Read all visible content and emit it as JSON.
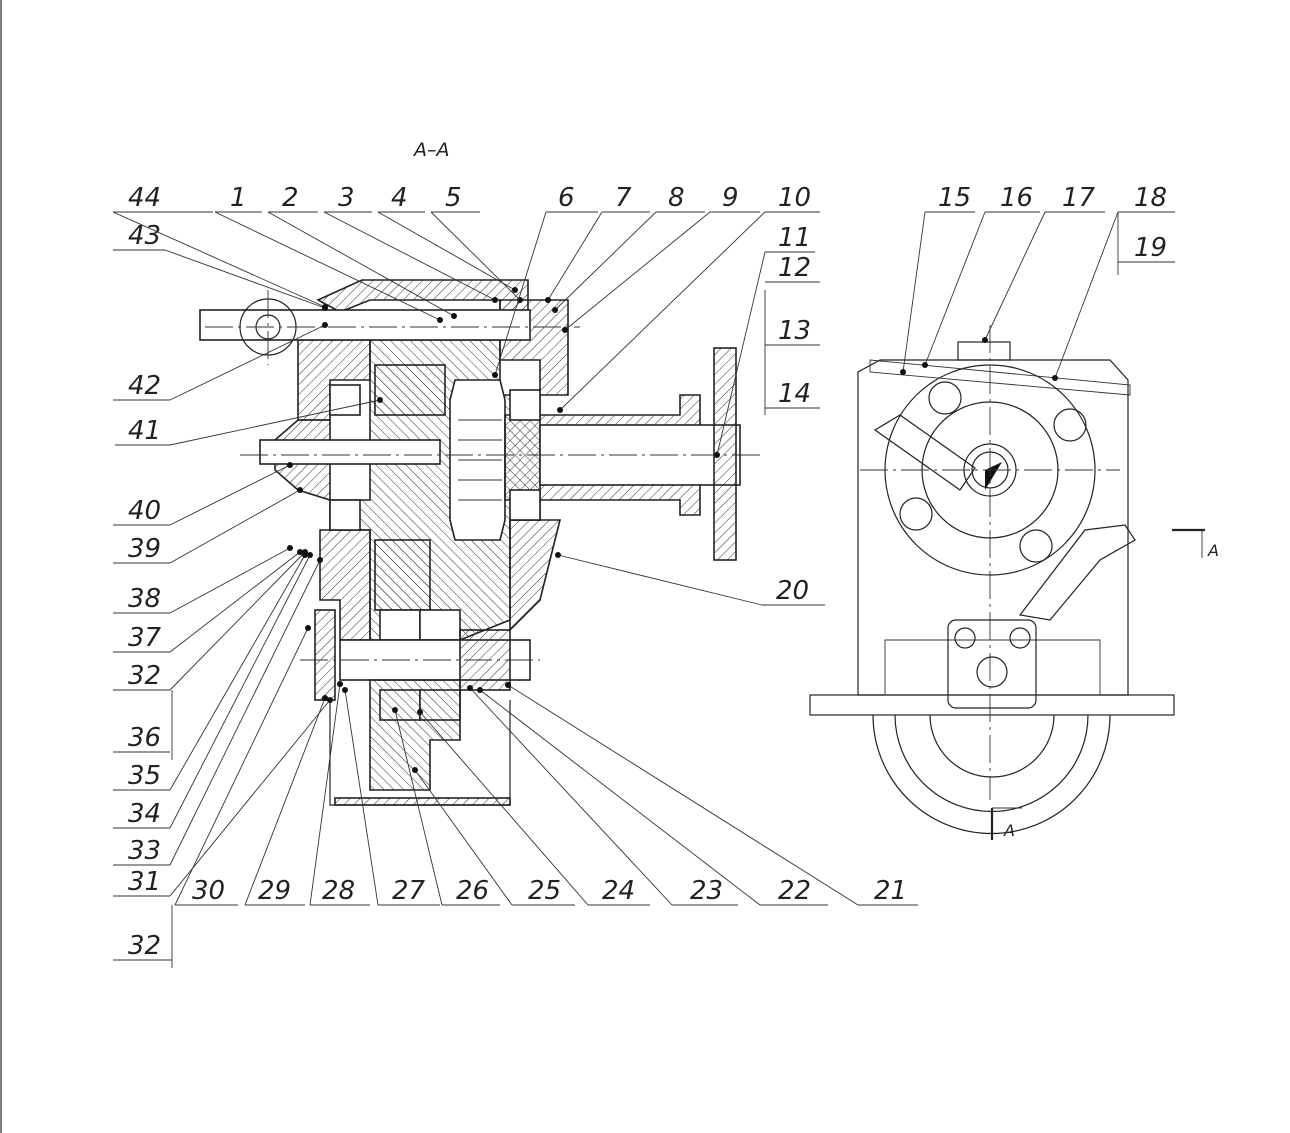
{
  "section_title": "А–А",
  "section_marks": {
    "right": "А",
    "bottom": "А"
  },
  "leaders": {
    "top": [
      "44",
      "1",
      "2",
      "3",
      "4",
      "5",
      "6",
      "7",
      "8",
      "9",
      "10"
    ],
    "right_side": [
      "11",
      "12",
      "13",
      "14",
      "20"
    ],
    "left": [
      "43",
      "42",
      "41",
      "40",
      "39",
      "38",
      "37",
      "32",
      "36",
      "35",
      "34",
      "33",
      "31",
      "32"
    ],
    "bottom": [
      "30",
      "29",
      "28",
      "27",
      "26",
      "25",
      "24",
      "23",
      "22",
      "21"
    ],
    "side_view": [
      "15",
      "16",
      "17",
      "18",
      "19"
    ]
  }
}
